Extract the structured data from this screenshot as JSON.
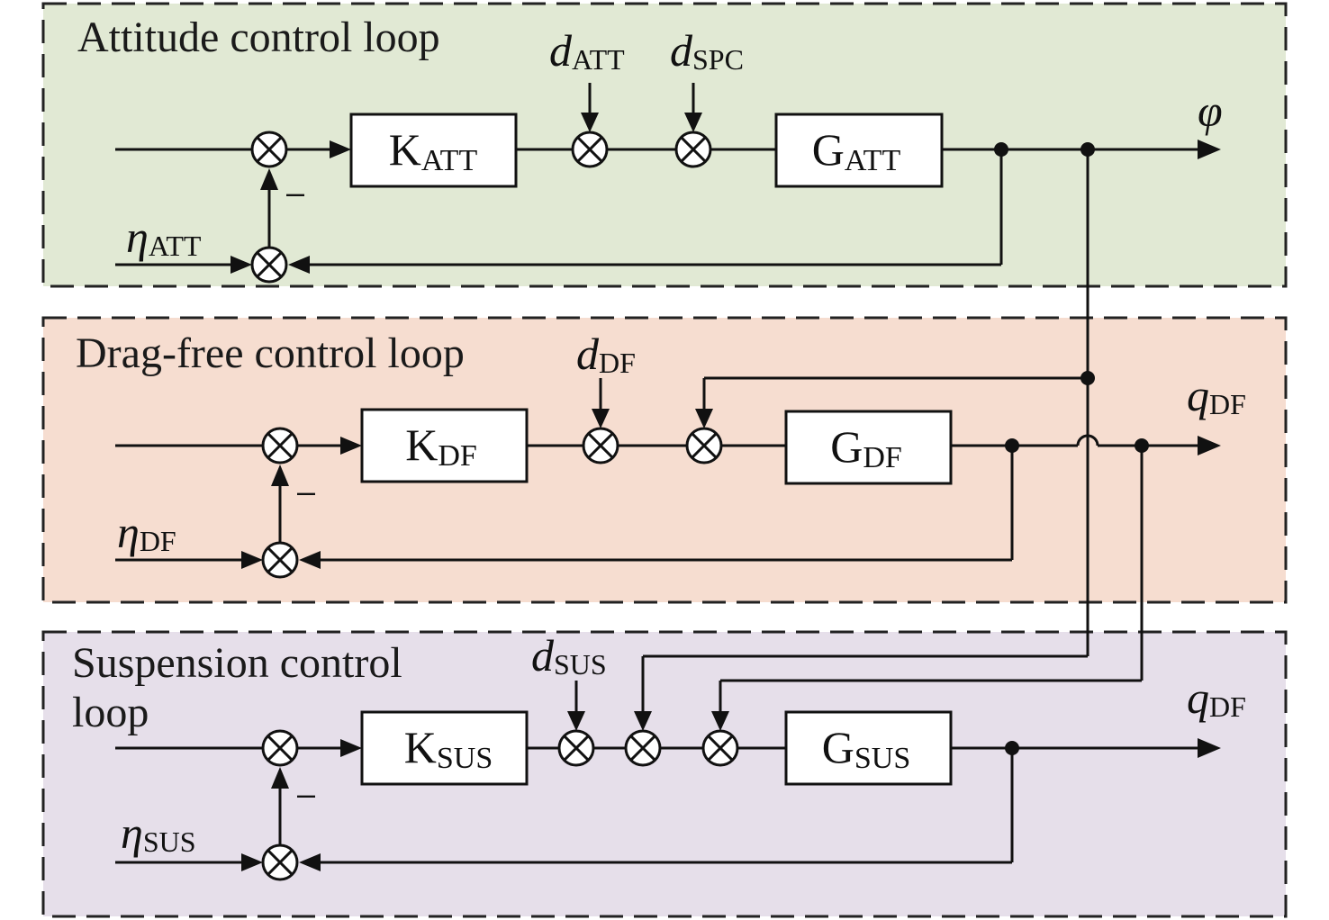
{
  "loops": {
    "attitude": {
      "title": "Attitude control loop",
      "controller": {
        "main": "K",
        "sub": "ATT"
      },
      "plant": {
        "main": "G",
        "sub": "ATT"
      },
      "disturbance_1": {
        "main": "d",
        "sub": "ATT"
      },
      "disturbance_2": {
        "main": "d",
        "sub": "SPC"
      },
      "noise": {
        "main": "η",
        "sub": "ATT"
      },
      "output": {
        "main": "φ"
      },
      "feedback_sign": "–"
    },
    "drag_free": {
      "title": "Drag-free control loop",
      "controller": {
        "main": "K",
        "sub": "DF"
      },
      "plant": {
        "main": "G",
        "sub": "DF"
      },
      "disturbance": {
        "main": "d",
        "sub": "DF"
      },
      "noise": {
        "main": "η",
        "sub": "DF"
      },
      "output": {
        "main": "q",
        "sub": "DF"
      },
      "feedback_sign": "–"
    },
    "suspension": {
      "title_line1": "Suspension control",
      "title_line2": "loop",
      "controller": {
        "main": "K",
        "sub": "SUS"
      },
      "plant": {
        "main": "G",
        "sub": "SUS"
      },
      "disturbance": {
        "main": "d",
        "sub": "SUS"
      },
      "noise": {
        "main": "η",
        "sub": "SUS"
      },
      "output": {
        "main": "q",
        "sub": "DF"
      },
      "feedback_sign": "–"
    }
  },
  "colors": {
    "attitude_panel": "#e1e9d4",
    "drag_free_panel": "#f6ddd0",
    "suspension_panel": "#e6dfea",
    "line": "#111111"
  },
  "icons": {
    "summing_junction": "circle-with-x",
    "arrowhead": "filled-triangle"
  }
}
